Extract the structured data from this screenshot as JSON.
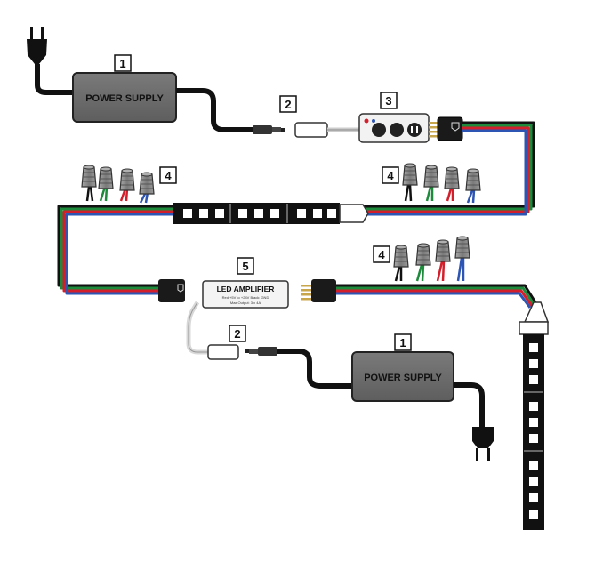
{
  "diagram": {
    "power_supply_label": "POWER SUPPLY",
    "amplifier": {
      "title": "LED AMPLIFIER",
      "spec_line": "Red:+5V to +24V    Black: GND",
      "output_line": "Max Output: 3 x 4A"
    },
    "step_numbers": {
      "power_supply": "1",
      "dc_jack": "2",
      "controller": "3",
      "wire_connector": "4",
      "amplifier": "5"
    },
    "colors": {
      "wire_black": "#111111",
      "wire_green": "#1e8a3c",
      "wire_red": "#d21f2b",
      "wire_blue": "#2d55b4",
      "psu_body": "#6b6b6b",
      "connector_cap": "#8a8a8a",
      "strip": "#111111"
    }
  }
}
